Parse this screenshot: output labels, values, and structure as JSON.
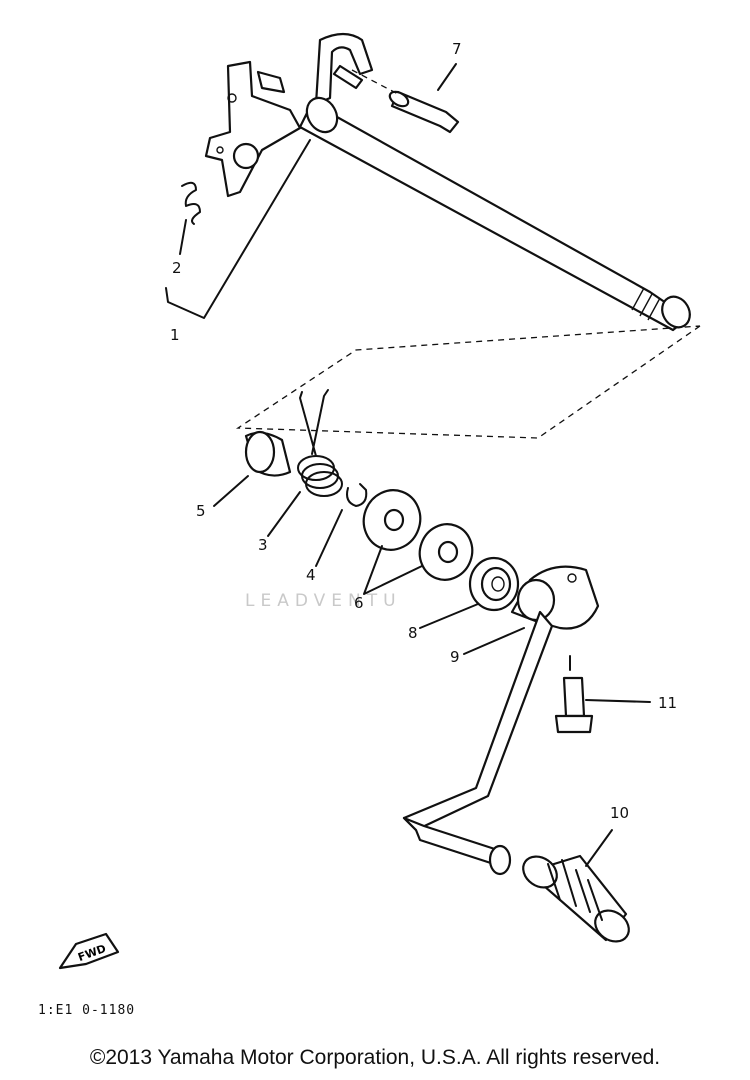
{
  "diagram": {
    "callouts": [
      "1",
      "2",
      "3",
      "4",
      "5",
      "6",
      "7",
      "8",
      "9",
      "10",
      "11"
    ],
    "fwd_label": "FWD",
    "watermark": "LEADVENTU",
    "diagram_code": "1:E1 0-1180"
  },
  "footer": {
    "copyright": "©2013 Yamaha Motor Corporation, U.S.A. All rights reserved."
  }
}
